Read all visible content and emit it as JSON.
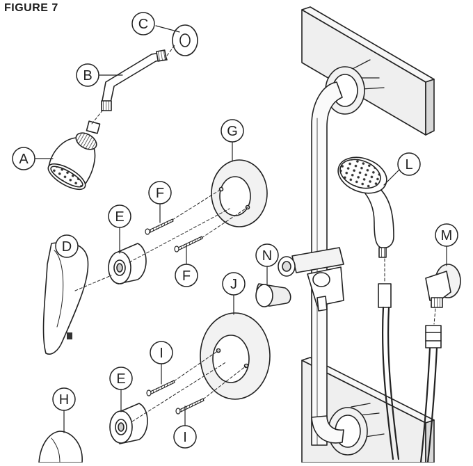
{
  "figure": {
    "title": "FIGURE 7"
  },
  "callouts": {
    "A": "A",
    "B": "B",
    "C": "C",
    "D": "D",
    "E": "E",
    "F": "F",
    "G": "G",
    "H": "H",
    "I": "I",
    "J": "J",
    "L": "L",
    "M": "M",
    "N": "N"
  }
}
